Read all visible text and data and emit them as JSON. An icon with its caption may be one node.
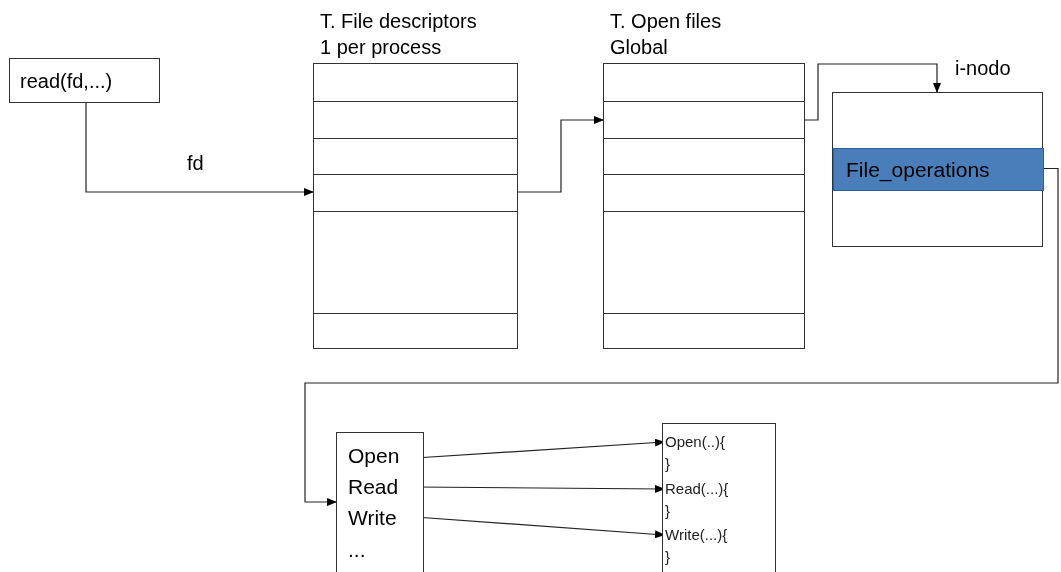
{
  "diagram": {
    "nodes": [
      {
        "text": [
          "read(fd,...)"
        ]
      },
      {
        "text": [
          "T. File descriptors 1 per process"
        ]
      },
      {
        "text": [
          "T. Open files Global"
        ]
      },
      {
        "text": [
          "i-nodo"
        ]
      },
      {
        "text": [
          "File_operations"
        ],
        "in": 3
      },
      {
        "text": [],
        "shape": "box"
      },
      {
        "text": [
          "Open"
        ],
        "in": 5
      },
      {
        "text": [
          "Read"
        ],
        "in": 5
      },
      {
        "text": [
          "Write"
        ],
        "in": 5
      },
      {
        "text": [
          "..."
        ],
        "in": 5
      },
      {
        "text": [],
        "shape": "box"
      },
      {
        "text": [
          "Open(..){ }"
        ],
        "in": 10
      },
      {
        "text": [
          "Read(...){ }"
        ],
        "in": 10
      },
      {
        "text": [
          "Write(...){ }"
        ],
        "in": 10
      }
    ],
    "edges": [
      {
        "from": 0,
        "to": 1,
        "arrow": "to",
        "label": "fd"
      },
      {
        "from": 1,
        "to": 2,
        "arrow": "to"
      },
      {
        "from": 2,
        "to": 3,
        "arrow": "to"
      },
      {
        "from": 4,
        "to": 5,
        "arrow": "to"
      },
      {
        "from": 6,
        "to": 11,
        "arrow": "to"
      },
      {
        "from": 7,
        "to": 12,
        "arrow": "to"
      },
      {
        "from": 8,
        "to": 13,
        "arrow": "to"
      }
    ]
  }
}
